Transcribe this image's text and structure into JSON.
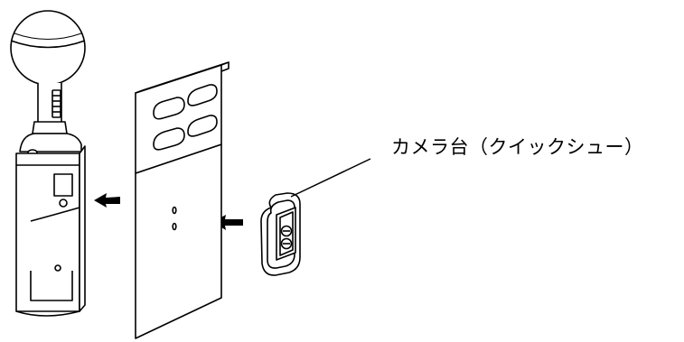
{
  "callout": {
    "label": "カメラ台（クイックシュー）"
  },
  "diagram": {
    "parts": [
      "meter-device",
      "mounting-plate",
      "camera-quick-shoe"
    ],
    "arrow_direction": "left"
  }
}
